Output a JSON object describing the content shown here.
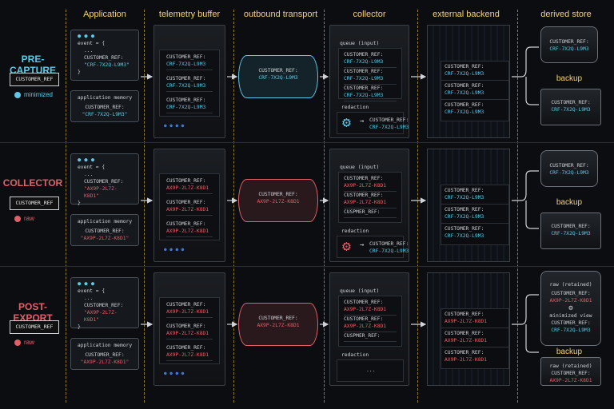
{
  "colors": {
    "cyan": "#5ec8e6",
    "red": "#e0606a",
    "gold": "#f3d27a",
    "white": "#cfd3d8"
  },
  "columns": [
    "Application",
    "telemetry buffer",
    "outbound transport",
    "collector",
    "external backend",
    "derived store"
  ],
  "rows": [
    {
      "label": "PRE-CAPTURE",
      "ref": "CUSTOMER_REF",
      "status": "minimized",
      "tone": "cyan",
      "app": {
        "open": "event = {",
        "dots": "...",
        "key": "CUSTOMER_REF:",
        "value": "\"CRF-7X2Q-L9M3\"",
        "close": "}",
        "mem_title": "application memory",
        "mem_key": "CUSTOMER_REF:",
        "mem_value": "\"CRF-7X2Q-L9M3\""
      },
      "buffer": [
        {
          "k": "CUSTOMER_REF:",
          "v": "CRF-7X2Q-L9M3"
        },
        {
          "k": "CUSTOMER_REF:",
          "v": "CRF-7X2Q-L9M3"
        },
        {
          "k": "CUSTOMER_REF:",
          "v": "CRF-7X2Q-L9M3"
        }
      ],
      "transport": {
        "k": "CUSTOMER_REF:",
        "v": "CRF-7X2Q-L9M3"
      },
      "collector": {
        "queue_title": "queue (input)",
        "queue": [
          {
            "k": "CUSTOMER_REF:",
            "v": "CRF-7X2Q-L9M3"
          },
          {
            "k": "CUSTOMER_REF:",
            "v": "CRF-7X2Q-L9M3"
          },
          {
            "k": "CUSTOMER_REF:",
            "v": "CRF-7X2Q-L9M3"
          }
        ],
        "redaction_title": "redaction",
        "redaction": {
          "k": "CUSTOMER_REF:",
          "v": "CRF-7X2Q-L9M3"
        }
      },
      "backend": [
        {
          "k": "CUSTOMER_REF:",
          "v": "CRF-7X2Q-L9M3"
        },
        {
          "k": "CUSTOMER_REF:",
          "v": "CRF-7X2Q-L9M3"
        },
        {
          "k": "CUSTOMER_REF:",
          "v": "CRF-7X2Q-L9M3"
        }
      ],
      "store": {
        "k": "CUSTOMER_REF:",
        "v": "CRF-7X2Q-L9M3"
      },
      "backup_title": "backup",
      "backup": {
        "k": "CUSTOMER_REF:",
        "v": "CRF-7X2Q-L9M3"
      }
    },
    {
      "label": "COLLECTOR",
      "ref": "CUSTOMER_REF",
      "status": "raw",
      "tone": "red",
      "app": {
        "open": "event = {",
        "dots": "...",
        "key": "CUSTOMER_REF:",
        "value": "\"AX9P-2L7Z-K8D1\"",
        "close": "}",
        "mem_title": "application memory",
        "mem_key": "CUSTOMER_REF:",
        "mem_value": "\"AX9P-2L7Z-K8D1\""
      },
      "buffer": [
        {
          "k": "CUSTOMER_REF:",
          "v": "AX9P-2L7Z-K8D1"
        },
        {
          "k": "CUSTOMER_REF:",
          "v": "AX9P-2L7Z-K8D1"
        },
        {
          "k": "CUSTOMER_REF:",
          "v": "AX9P-2L7Z-K8D1"
        }
      ],
      "transport": {
        "k": "CUSTOMER_REF:",
        "v": "AX9P-2L7Z-K8D1"
      },
      "collector": {
        "queue_title": "queue (input)",
        "queue": [
          {
            "k": "CUSTOMER_REF:",
            "v": "AX9P-2L7Z-K8D1"
          },
          {
            "k": "CUSTOMER_REF:",
            "v": "AX9P-2L7Z-K8D1"
          },
          {
            "k": "CUSPMER_REF:",
            "v": ""
          }
        ],
        "redaction_title": "redaction",
        "redaction": {
          "k": "CUSTOMER_REF:",
          "v": "CRF-7X2Q-L9M3"
        }
      },
      "backend": [
        {
          "k": "CUSTOMER_REF:",
          "v": "CRF-7X2Q-L9M3"
        },
        {
          "k": "CUSTOMER_REF:",
          "v": "CRF-7X2Q-L9M3"
        },
        {
          "k": "CUSTOMER_REF:",
          "v": "CRF-7X2Q-L9M3"
        }
      ],
      "store": {
        "k": "CUSTOMER_REF:",
        "v": "CRF-7X2Q-L9M3"
      },
      "backup_title": "backup",
      "backup": {
        "k": "CUSTOMER_REF:",
        "v": "CRF-7X2Q-L9M3"
      }
    },
    {
      "label": "POST-EXPORT",
      "ref": "CUSTOMER_REF",
      "status": "raw",
      "tone": "red",
      "app": {
        "open": "event = {",
        "dots": "...",
        "key": "CUSTOMER_REF:",
        "value": "\"AX9P-2L7Z-K8D1\"",
        "close": "}",
        "mem_title": "application memory",
        "mem_key": "CUSTOMER_REF:",
        "mem_value": "\"AX9P-2L7Z-K8D1\""
      },
      "buffer": [
        {
          "k": "CUSTOMER_REF:",
          "v": "AX9P-2L7Z-K8D1"
        },
        {
          "k": "CUSTOMER_REF:",
          "v": "AX9P-2L7Z-K8D1"
        },
        {
          "k": "CUSTOMER_REF:",
          "v": "AX9P-2L7Z-K8D1"
        }
      ],
      "transport": {
        "k": "CUSTOMER_REF:",
        "v": "AX9P-2L7Z-K8D1"
      },
      "collector": {
        "queue_title": "queue (input)",
        "queue": [
          {
            "k": "CUSTOMER_REF:",
            "v": "AX9P-2L7Z-K8D1"
          },
          {
            "k": "CUSTOMER_REF:",
            "v": "AX9P-2L7Z-K8D1"
          },
          {
            "k": "CUSPMER_REF:",
            "v": ""
          }
        ],
        "redaction_title": "redaction",
        "redaction": {
          "k": "...",
          "v": ""
        }
      },
      "backend": [
        {
          "k": "CUSTOMER_REF:",
          "v": "AX9P-2L7Z-K8D1"
        },
        {
          "k": "CUSTOMER_REF:",
          "v": "AX9P-2L7Z-K8D1"
        },
        {
          "k": "CUSTOMER_REF:",
          "v": "AX9P-2L7Z-K8D1"
        }
      ],
      "store": {
        "raw_title": "raw (retained)",
        "k": "CUSTOMER_REF:",
        "v": "AX9P-2L7Z-K8D1",
        "min_title": "minimized view",
        "min_k": "CUSTOMER_REF:",
        "min_v": "CRF-7X2Q-L9M3"
      },
      "backup_title": "backup",
      "backup": {
        "raw_title": "raw (retained)",
        "k": "CUSTOMER_REF:",
        "v": "AX9P-2L7Z-K8D1"
      }
    }
  ]
}
